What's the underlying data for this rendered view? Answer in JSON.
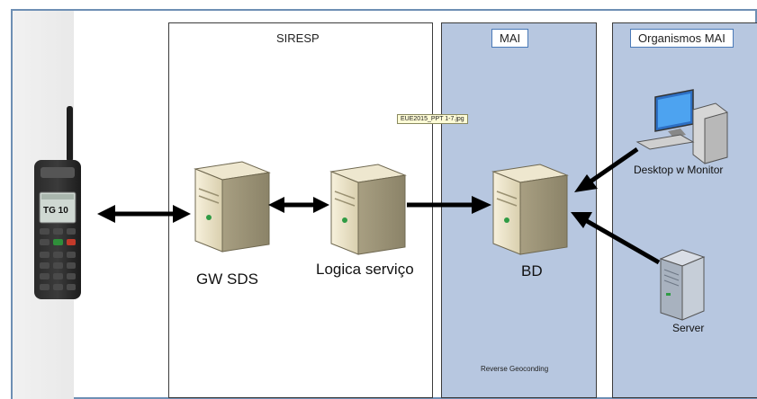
{
  "panels": {
    "siresp": {
      "title": "SIRESP"
    },
    "mai": {
      "title": "MAI",
      "note": "Reverse Geoconding"
    },
    "organismos": {
      "title": "Organismos MAI"
    }
  },
  "nodes": {
    "radio_display": "TG 10",
    "gw_sds": "GW SDS",
    "logica": "Logica serviço",
    "bd": "BD",
    "desktop": "Desktop w Monitor",
    "server": "Server"
  },
  "image_tag": "EUE2015_PPT 1-7.jpg",
  "colors": {
    "panel_fill": "#b7c7e0",
    "frame_border": "#6e8fb4",
    "title_border": "#4a7ab8",
    "arrow": "#000000"
  }
}
